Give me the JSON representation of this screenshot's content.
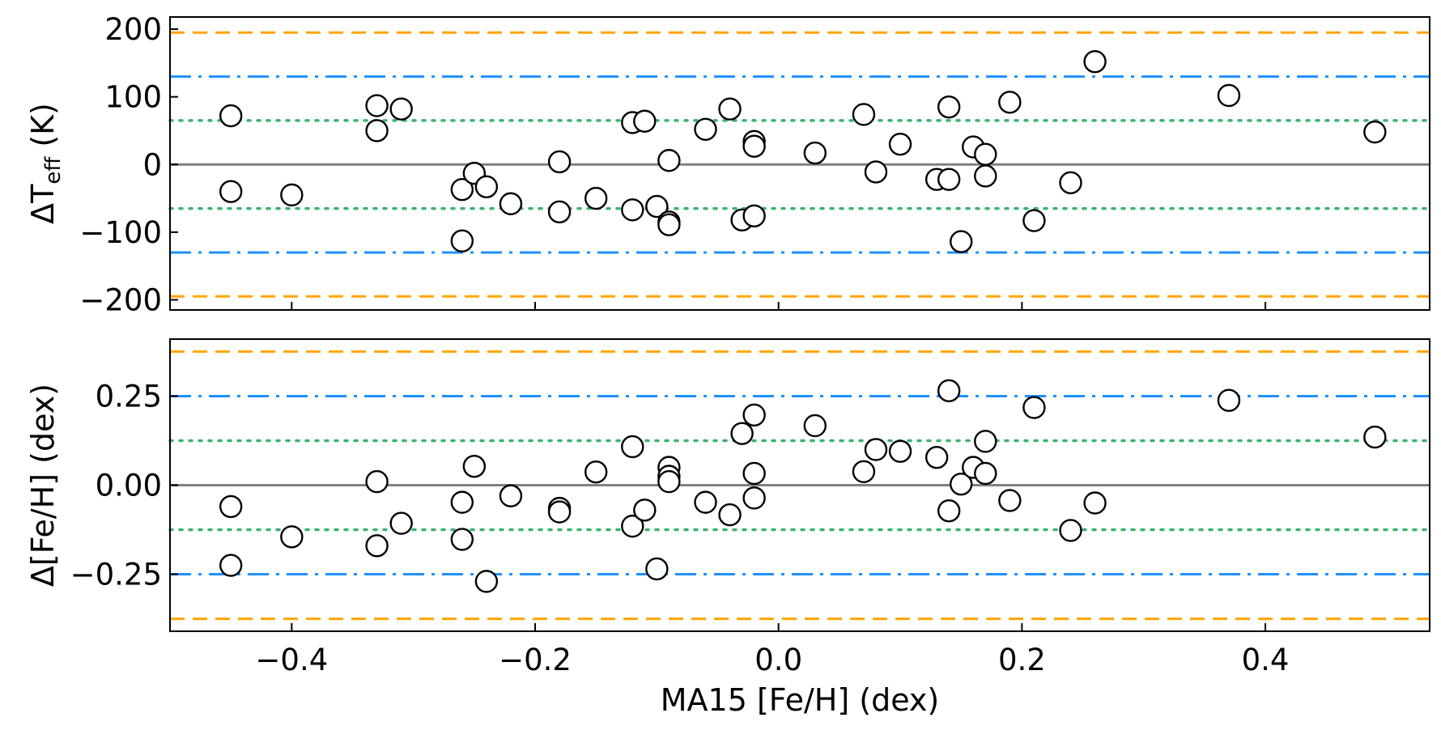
{
  "chart_data": [
    {
      "type": "scatter",
      "panel": "top",
      "ylabel": "ΔT",
      "ylabel_subscript": "eff",
      "ylabel_unit": " (K)",
      "xlim": [
        -0.5,
        0.535
      ],
      "ylim": [
        -215,
        218
      ],
      "yticks": [
        -200,
        -100,
        0,
        100,
        200
      ],
      "ytick_labels": [
        "−200",
        "−100",
        "0",
        "100",
        "200"
      ],
      "xticks": [
        -0.4,
        -0.2,
        0.0,
        0.2,
        0.4
      ],
      "xtick_labels_shown": false,
      "reference_lines": [
        {
          "y": 0,
          "style": "solid",
          "color": "#808080"
        },
        {
          "y": 65,
          "style": "dotted",
          "color": "#3cb371"
        },
        {
          "y": -65,
          "style": "dotted",
          "color": "#3cb371"
        },
        {
          "y": 130,
          "style": "dashdot",
          "color": "#1e90ff"
        },
        {
          "y": -130,
          "style": "dashdot",
          "color": "#1e90ff"
        },
        {
          "y": 195,
          "style": "dashed",
          "color": "#ffa500"
        },
        {
          "y": -195,
          "style": "dashed",
          "color": "#ffa500"
        }
      ],
      "points": [
        [
          -0.45,
          72
        ],
        [
          -0.45,
          -40
        ],
        [
          -0.4,
          -45
        ],
        [
          -0.33,
          87
        ],
        [
          -0.33,
          50
        ],
        [
          -0.31,
          82
        ],
        [
          -0.26,
          -37
        ],
        [
          -0.26,
          -113
        ],
        [
          -0.25,
          -13
        ],
        [
          -0.24,
          -33
        ],
        [
          -0.22,
          -58
        ],
        [
          -0.18,
          4
        ],
        [
          -0.18,
          -70
        ],
        [
          -0.15,
          -50
        ],
        [
          -0.12,
          62
        ],
        [
          -0.11,
          64
        ],
        [
          -0.12,
          -67
        ],
        [
          -0.1,
          -62
        ],
        [
          -0.09,
          6
        ],
        [
          -0.09,
          -85
        ],
        [
          -0.09,
          -89
        ],
        [
          -0.06,
          52
        ],
        [
          -0.04,
          82
        ],
        [
          -0.03,
          -82
        ],
        [
          -0.02,
          34
        ],
        [
          -0.02,
          27
        ],
        [
          -0.02,
          -76
        ],
        [
          0.03,
          17
        ],
        [
          0.07,
          74
        ],
        [
          0.08,
          -11
        ],
        [
          0.1,
          30
        ],
        [
          0.13,
          -22
        ],
        [
          0.14,
          85
        ],
        [
          0.14,
          -22
        ],
        [
          0.15,
          -114
        ],
        [
          0.16,
          26
        ],
        [
          0.17,
          15
        ],
        [
          0.17,
          -17
        ],
        [
          0.19,
          92
        ],
        [
          0.21,
          -83
        ],
        [
          0.24,
          -27
        ],
        [
          0.26,
          152
        ],
        [
          0.37,
          102
        ],
        [
          0.49,
          48
        ]
      ]
    },
    {
      "type": "scatter",
      "panel": "bottom",
      "ylabel": "Δ[Fe/H] (dex)",
      "xlabel": "MA15 [Fe/H] (dex)",
      "xlim": [
        -0.5,
        0.535
      ],
      "ylim": [
        -0.41,
        0.41
      ],
      "yticks": [
        -0.25,
        0.0,
        0.25
      ],
      "ytick_labels": [
        "−0.25",
        "0.00",
        "0.25"
      ],
      "xticks": [
        -0.4,
        -0.2,
        0.0,
        0.2,
        0.4
      ],
      "xtick_labels": [
        "−0.4",
        "−0.2",
        "0.0",
        "0.2",
        "0.4"
      ],
      "reference_lines": [
        {
          "y": 0,
          "style": "solid",
          "color": "#808080"
        },
        {
          "y": 0.125,
          "style": "dotted",
          "color": "#3cb371"
        },
        {
          "y": -0.125,
          "style": "dotted",
          "color": "#3cb371"
        },
        {
          "y": 0.25,
          "style": "dashdot",
          "color": "#1e90ff"
        },
        {
          "y": -0.25,
          "style": "dashdot",
          "color": "#1e90ff"
        },
        {
          "y": 0.375,
          "style": "dashed",
          "color": "#ffa500"
        },
        {
          "y": -0.375,
          "style": "dashed",
          "color": "#ffa500"
        }
      ],
      "points": [
        [
          -0.45,
          -0.06
        ],
        [
          -0.45,
          -0.225
        ],
        [
          -0.4,
          -0.145
        ],
        [
          -0.33,
          0.01
        ],
        [
          -0.33,
          -0.17
        ],
        [
          -0.31,
          -0.107
        ],
        [
          -0.26,
          -0.048
        ],
        [
          -0.26,
          -0.152
        ],
        [
          -0.25,
          0.053
        ],
        [
          -0.24,
          -0.27
        ],
        [
          -0.22,
          -0.03
        ],
        [
          -0.18,
          -0.065
        ],
        [
          -0.18,
          -0.075
        ],
        [
          -0.15,
          0.037
        ],
        [
          -0.12,
          0.108
        ],
        [
          -0.12,
          -0.115
        ],
        [
          -0.11,
          -0.07
        ],
        [
          -0.1,
          -0.235
        ],
        [
          -0.09,
          0.05
        ],
        [
          -0.09,
          0.025
        ],
        [
          -0.09,
          0.01
        ],
        [
          -0.06,
          -0.048
        ],
        [
          -0.04,
          -0.083
        ],
        [
          -0.03,
          0.145
        ],
        [
          -0.02,
          0.197
        ],
        [
          -0.02,
          0.033
        ],
        [
          -0.02,
          -0.036
        ],
        [
          0.03,
          0.167
        ],
        [
          0.07,
          0.038
        ],
        [
          0.08,
          0.1
        ],
        [
          0.1,
          0.095
        ],
        [
          0.13,
          0.078
        ],
        [
          0.14,
          0.265
        ],
        [
          0.14,
          -0.072
        ],
        [
          0.15,
          0.003
        ],
        [
          0.16,
          0.05
        ],
        [
          0.17,
          0.123
        ],
        [
          0.17,
          0.033
        ],
        [
          0.19,
          -0.043
        ],
        [
          0.21,
          0.218
        ],
        [
          0.24,
          -0.127
        ],
        [
          0.26,
          -0.05
        ],
        [
          0.37,
          0.238
        ],
        [
          0.49,
          0.135
        ]
      ]
    }
  ]
}
